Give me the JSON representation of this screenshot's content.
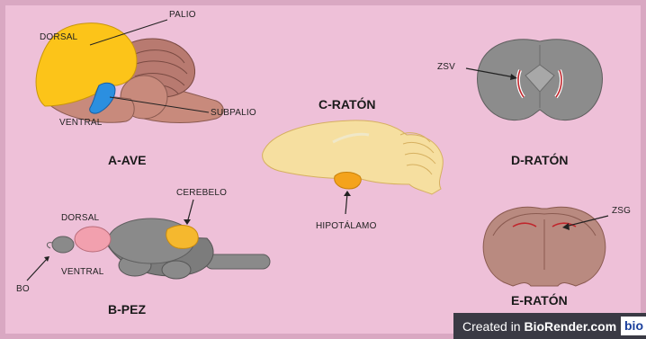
{
  "panels": {
    "a": {
      "caption": "A-AVE",
      "labels": {
        "palio": "PALIO",
        "dorsal": "DORSAL",
        "ventral": "VENTRAL",
        "subpalio": "SUBPALIO"
      }
    },
    "b": {
      "caption": "B-PEZ",
      "labels": {
        "cerebelo": "CEREBELO",
        "dorsal": "DORSAL",
        "ventral": "VENTRAL",
        "bo": "BO"
      }
    },
    "c": {
      "caption": "C-RATÓN",
      "labels": {
        "hipotalamo": "HIPOTÁLAMO"
      }
    },
    "d": {
      "caption": "D-RATÓN",
      "labels": {
        "zsv": "ZSV"
      }
    },
    "e": {
      "caption": "E-RATÓN",
      "labels": {
        "zsg": "ZSG"
      }
    }
  },
  "watermark": {
    "prefix": "Created in ",
    "brand": "BioRender.com",
    "logo": "bio"
  },
  "colors": {
    "background": "#eec0d8",
    "border": "#d9a8c2",
    "pallium": "#fcc419",
    "subpallium": "#2b8fe0",
    "bird_brain": "#c88a7c",
    "fish_brain": "#8a8a8a",
    "fish_forebrain": "#f2a0ae",
    "cerebellum_fish": "#f5b82e",
    "mouse_sagittal": "#f6dfa0",
    "hypothalamus": "#f4a31c",
    "mouse_coronal_gray": "#8c8c8c",
    "mouse_coronal_brown": "#b98a80",
    "zone_red": "#c0262c"
  }
}
